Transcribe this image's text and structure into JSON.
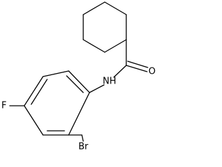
{
  "molecule": {
    "atoms": {
      "oxygen": "O",
      "nitrogen_h": "NH",
      "fluorine": "F",
      "bromine": "Br"
    },
    "colors": {
      "bond": "#000000",
      "label": "#000000",
      "background": "#ffffff"
    }
  }
}
